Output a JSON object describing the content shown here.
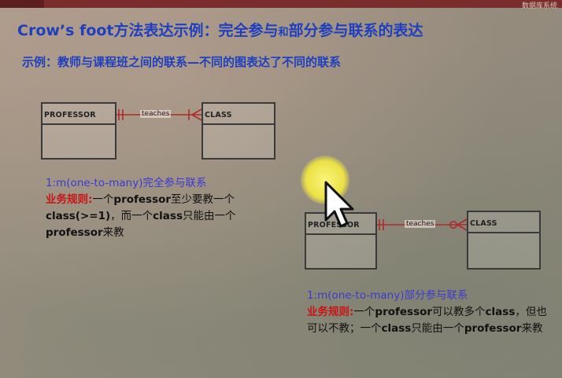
{
  "header": {
    "corner_text": "数据库系统"
  },
  "title": {
    "part1": "Crow’s foot方法表达示例：完全参与",
    "part_small": "和",
    "part2": "部分参与联系的表达"
  },
  "subtitle": "示例：教师与课程班之间的联系—不同的图表达了不同的联系",
  "diagram1": {
    "left_entity": "PROFESSOR",
    "right_entity": "CLASS",
    "relationship": "teaches",
    "heading": "1:m(one-to-many)完全参与联系",
    "rule_label": "业务规则:",
    "rule_seg1": "一个",
    "rule_b1": "professor",
    "rule_seg2": "至少要教一个",
    "rule_b2": "class(>=1)",
    "rule_seg3": "，而一个",
    "rule_b3": "class",
    "rule_seg4": "只能由一个",
    "rule_b4": "professor",
    "rule_seg5": "来教"
  },
  "diagram2": {
    "left_entity": "PROFESSOR",
    "right_entity": "CLASS",
    "relationship": "teaches",
    "heading": "1:m(one-to-many)部分参与联系",
    "rule_label": "业务规则:",
    "rule_seg1": "一个",
    "rule_b1": "professor",
    "rule_seg2": "可以教多个",
    "rule_b2": "class",
    "rule_seg3": "，但也可以不教；一个",
    "rule_b3": "class",
    "rule_seg4": "只能由一个",
    "rule_b4": "professor",
    "rule_seg5": "来教"
  },
  "colors": {
    "title": "#1f3fbf",
    "rule_label": "#c81414",
    "heading": "#3a3ad0",
    "connector": "#b02a2a"
  },
  "icons": [
    "mouse-pointer-icon"
  ]
}
